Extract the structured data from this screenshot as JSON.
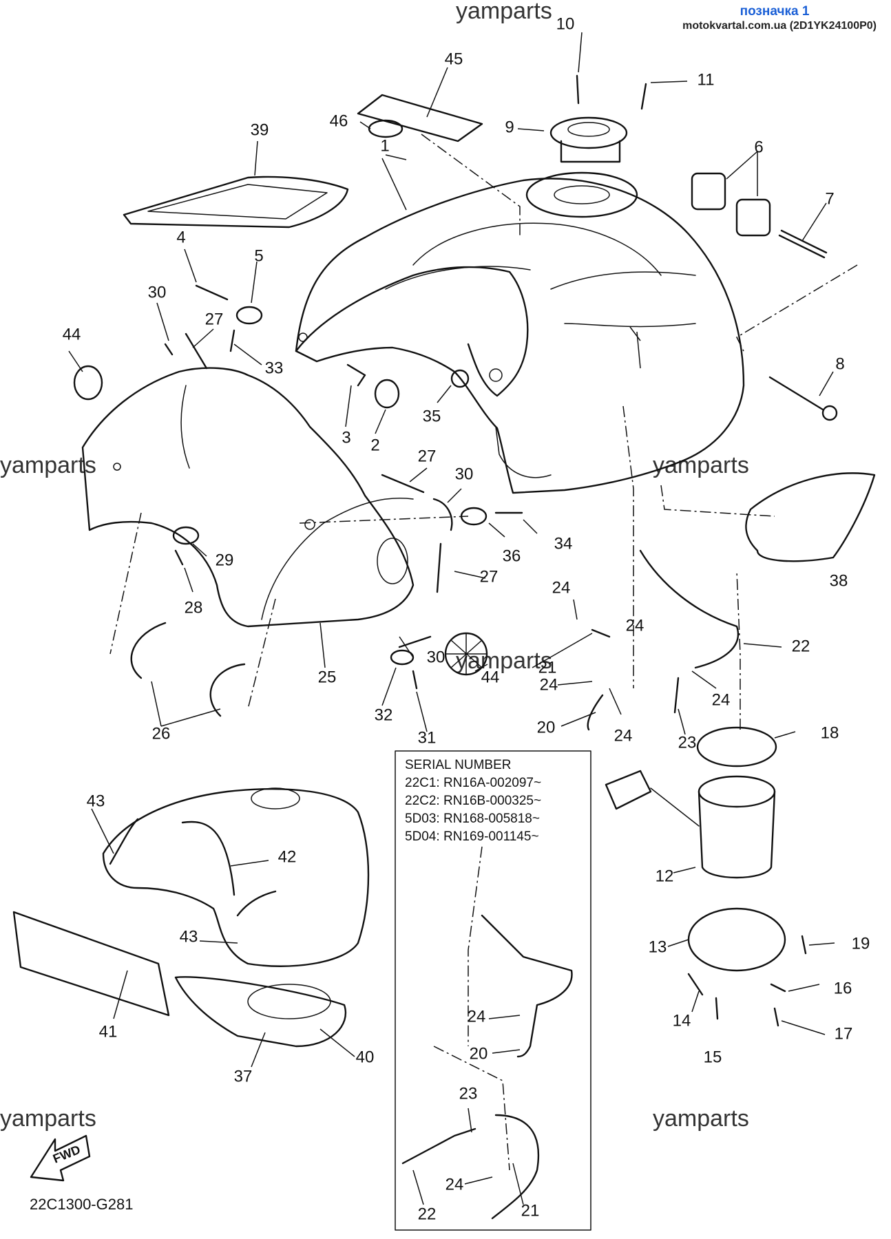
{
  "header": {
    "title": "позначка 1",
    "source": "motokvartal.com.ua (2D1YK24100P0)"
  },
  "watermark": "yamparts",
  "diagram_code": "22C1300-G281",
  "fwd_label": "FWD",
  "serial_box": {
    "title": "SERIAL NUMBER",
    "lines": [
      "22C1: RN16A-002097~",
      "22C2: RN16B-000325~",
      "5D03: RN168-005818~",
      "5D04: RN169-001145~"
    ]
  },
  "callouts": {
    "c1": "1",
    "c2": "2",
    "c3": "3",
    "c4": "4",
    "c5": "5",
    "c6": "6",
    "c7": "7",
    "c8": "8",
    "c9": "9",
    "c10": "10",
    "c11": "11",
    "c12": "12",
    "c13": "13",
    "c14": "14",
    "c15": "15",
    "c16": "16",
    "c17": "17",
    "c18": "18",
    "c19": "19",
    "c20": "20",
    "c21": "21",
    "c22": "22",
    "c23": "23",
    "c24": "24",
    "c25": "25",
    "c26": "26",
    "c27": "27",
    "c28": "28",
    "c29": "29",
    "c30": "30",
    "c31": "31",
    "c32": "32",
    "c33": "33",
    "c34": "34",
    "c35": "35",
    "c36": "36",
    "c37": "37",
    "c38": "38",
    "c39": "39",
    "c40": "40",
    "c41": "41",
    "c42": "42",
    "c43": "43",
    "c44": "44",
    "c45": "45",
    "c46": "46"
  }
}
